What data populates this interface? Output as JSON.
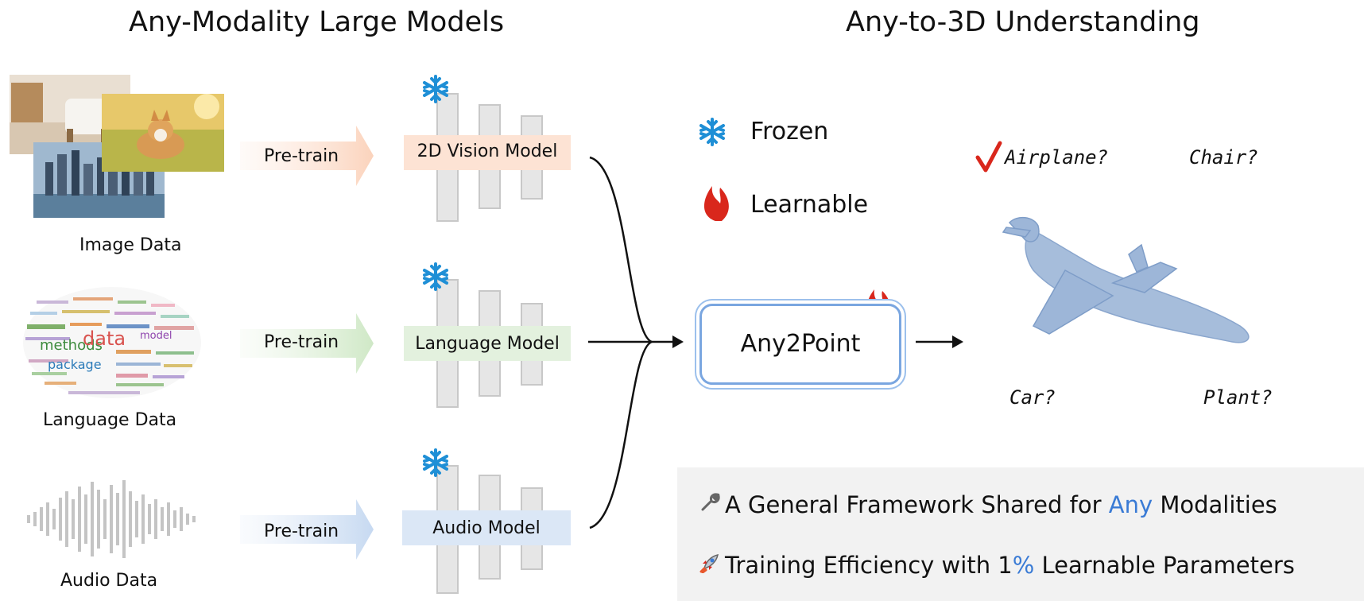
{
  "left_title": "Any-Modality Large Models",
  "right_title": "Any-to-3D Understanding",
  "inputs": {
    "image": "Image Data",
    "language": "Language Data",
    "audio": "Audio Data"
  },
  "pretrain_label": "Pre-train",
  "models": {
    "vision": "2D Vision Model",
    "language": "Language Model",
    "audio": "Audio Model"
  },
  "legend": {
    "frozen": "Frozen",
    "learnable": "Learnable"
  },
  "any2point": "Any2Point",
  "classes": {
    "airplane": "Airplane?",
    "chair": "Chair?",
    "car": "Car?",
    "plant": "Plant?"
  },
  "features": {
    "line1_prefix": "A General Framework Shared for ",
    "line1_accent": "Any",
    "line1_suffix": " Modalities",
    "line2_prefix": "Training Efficiency with 1",
    "line2_accent": "%",
    "line2_suffix": " Learnable Parameters"
  },
  "colors": {
    "vision": "#fde3d4",
    "language": "#e3f1de",
    "audio": "#dbe7f6",
    "frozen_icon": "#1f8fd6",
    "fire": "#d9271c",
    "check": "#d9271c",
    "accent": "#3a7bd5"
  }
}
